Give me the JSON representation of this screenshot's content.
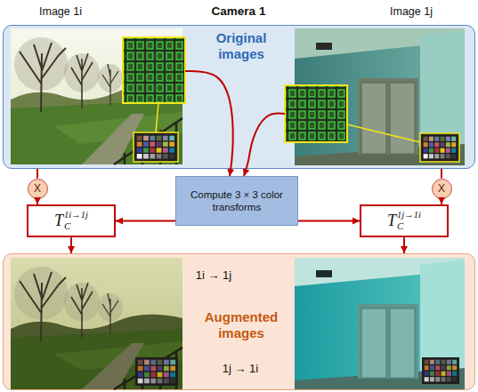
{
  "diagram": {
    "title": "Camera 1",
    "nodes": [
      {
        "text": [
          "Original images"
        ]
      },
      {
        "text": [
          "X"
        ]
      },
      {
        "text": [
          "X"
        ]
      },
      {
        "text": [
          "T",
          "C",
          "1i→1j"
        ]
      },
      {
        "text": [
          "Compute 3 × 3 color transforms"
        ]
      },
      {
        "text": [
          "T",
          "C",
          "1j→1i"
        ]
      },
      {
        "text": [
          "Augmented images"
        ]
      }
    ],
    "edges": [
      {
        "from": 0,
        "to": 1,
        "arrow": "none"
      },
      {
        "from": 0,
        "to": 2,
        "arrow": "none"
      },
      {
        "from": 1,
        "to": 3,
        "arrow": "to"
      },
      {
        "from": 2,
        "to": 5,
        "arrow": "to"
      },
      {
        "from": 4,
        "to": 3,
        "arrow": "to"
      },
      {
        "from": 4,
        "to": 5,
        "arrow": "to"
      },
      {
        "from": 3,
        "to": 6,
        "arrow": "to"
      },
      {
        "from": 5,
        "to": 6,
        "arrow": "to"
      },
      {
        "from": 0,
        "to": 4,
        "arrow": "to"
      },
      {
        "from": 0,
        "to": 4,
        "arrow": "to"
      }
    ],
    "labels": [
      "Image 1i",
      "Image 1j",
      "1i → 1j",
      "1j → 1i"
    ]
  }
}
